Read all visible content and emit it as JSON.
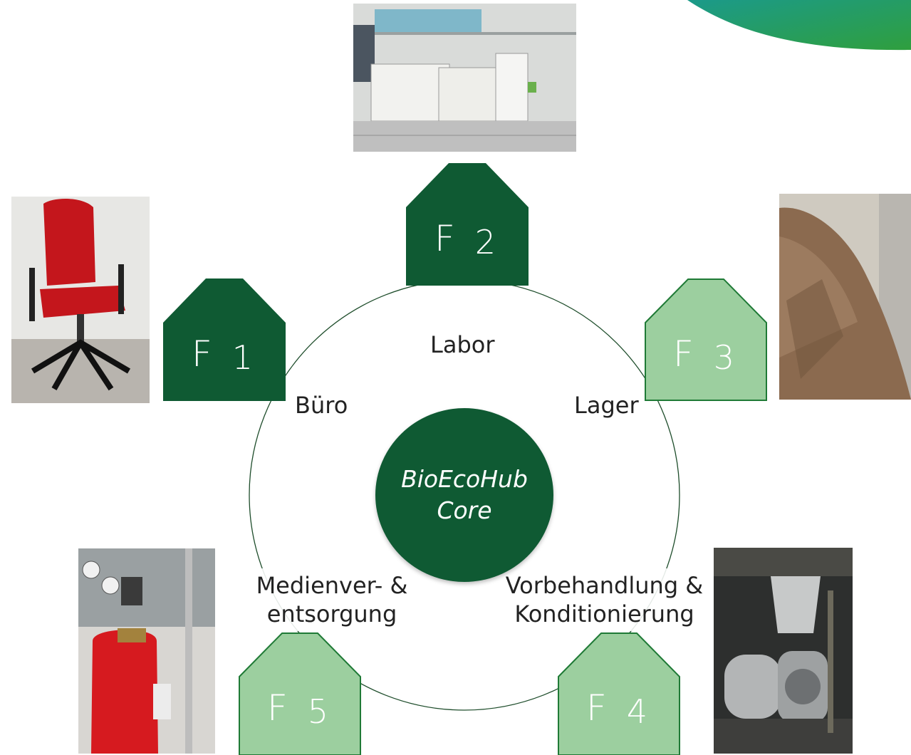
{
  "colors": {
    "dark_green": "#0f5a33",
    "light_green": "#9ccf9f",
    "light_green_stroke": "#1f7a36",
    "corner_gradient": [
      "#1b9a8a",
      "#2f9f3e"
    ]
  },
  "core": {
    "line1": "BioEcoHub",
    "line2": "Core"
  },
  "nodes": [
    {
      "id": "F1",
      "letter": "F",
      "number": "1",
      "shade": "dark"
    },
    {
      "id": "F2",
      "letter": "F",
      "number": "2",
      "shade": "dark"
    },
    {
      "id": "F3",
      "letter": "F",
      "number": "3",
      "shade": "light"
    },
    {
      "id": "F4",
      "letter": "F",
      "number": "4",
      "shade": "light"
    },
    {
      "id": "F5",
      "letter": "F",
      "number": "5",
      "shade": "light"
    }
  ],
  "areas": {
    "buero": "Büro",
    "labor": "Labor",
    "lager": "Lager",
    "medien_line1": "Medienver- &",
    "medien_line2": "entsorgung",
    "vorbehandlung_line1": "Vorbehandlung &",
    "vorbehandlung_line2": "Konditionierung"
  },
  "photos": {
    "f1": "office-chair-photo",
    "f2": "laboratory-photo",
    "f3": "wood-chips-photo",
    "f4": "processing-machine-photo",
    "f5": "gas-cylinder-photo"
  }
}
